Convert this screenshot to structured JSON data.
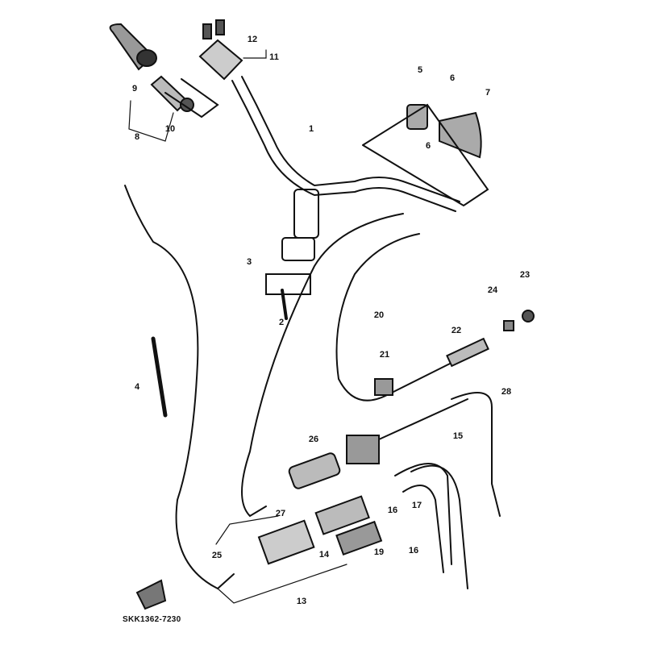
{
  "diagram": {
    "code": "SKK1362-7230",
    "callouts": [
      {
        "id": "1",
        "label": "1"
      },
      {
        "id": "2",
        "label": "2"
      },
      {
        "id": "3",
        "label": "3"
      },
      {
        "id": "4",
        "label": "4"
      },
      {
        "id": "5",
        "label": "5"
      },
      {
        "id": "6a",
        "label": "6"
      },
      {
        "id": "6b",
        "label": "6"
      },
      {
        "id": "7",
        "label": "7"
      },
      {
        "id": "8",
        "label": "8"
      },
      {
        "id": "9",
        "label": "9"
      },
      {
        "id": "10",
        "label": "10"
      },
      {
        "id": "11",
        "label": "11"
      },
      {
        "id": "12",
        "label": "12"
      },
      {
        "id": "13",
        "label": "13"
      },
      {
        "id": "14",
        "label": "14"
      },
      {
        "id": "15",
        "label": "15"
      },
      {
        "id": "16a",
        "label": "16"
      },
      {
        "id": "16b",
        "label": "16"
      },
      {
        "id": "17",
        "label": "17"
      },
      {
        "id": "19",
        "label": "19"
      },
      {
        "id": "20",
        "label": "20"
      },
      {
        "id": "21",
        "label": "21"
      },
      {
        "id": "22",
        "label": "22"
      },
      {
        "id": "23",
        "label": "23"
      },
      {
        "id": "24",
        "label": "24"
      },
      {
        "id": "25",
        "label": "25"
      },
      {
        "id": "26",
        "label": "26"
      },
      {
        "id": "27",
        "label": "27"
      },
      {
        "id": "28",
        "label": "28"
      }
    ]
  }
}
